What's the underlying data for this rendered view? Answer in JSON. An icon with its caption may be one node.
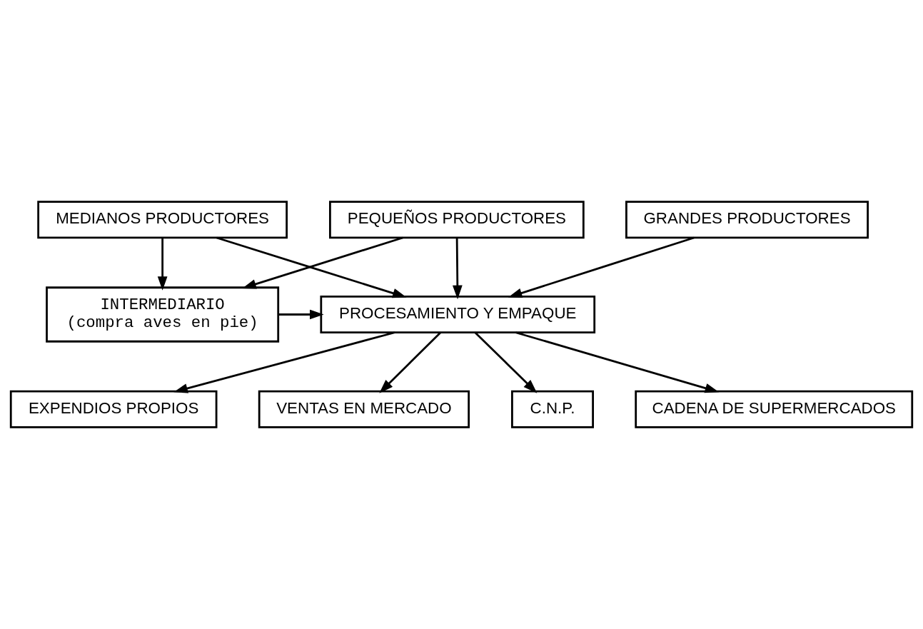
{
  "diagram": {
    "nodes": [
      {
        "text": [
          "PEQUEÑOS PRODUCTORES"
        ]
      },
      {
        "text": [
          "MEDIANOS PRODUCTORES"
        ]
      },
      {
        "text": [
          "GRANDES PRODUCTORES"
        ]
      },
      {
        "text": [
          "INTERMEDIARIO",
          "(compra aves en pie)"
        ]
      },
      {
        "text": [
          "PROCESAMIENTO Y EMPAQUE"
        ]
      },
      {
        "text": [
          "EXPENDIOS PROPIOS"
        ]
      },
      {
        "text": [
          "VENTAS EN MERCADO"
        ]
      },
      {
        "text": [
          "C.N.P."
        ]
      },
      {
        "text": [
          "CADENA DE SUPERMERCADOS"
        ]
      }
    ],
    "edges": [
      {
        "from": 0,
        "to": 3,
        "arrow": "to"
      },
      {
        "from": 0,
        "to": 4,
        "arrow": "to"
      },
      {
        "from": 1,
        "to": 3,
        "arrow": "to"
      },
      {
        "from": 1,
        "to": 4,
        "arrow": "to"
      },
      {
        "from": 2,
        "to": 4,
        "arrow": "to"
      },
      {
        "from": 3,
        "to": 4,
        "arrow": "to"
      },
      {
        "from": 4,
        "to": 6,
        "arrow": "to"
      },
      {
        "from": 4,
        "to": 8,
        "arrow": "to"
      },
      {
        "from": 4,
        "to": 7,
        "arrow": "to"
      },
      {
        "from": 4,
        "to": 5,
        "arrow": "to"
      }
    ]
  }
}
